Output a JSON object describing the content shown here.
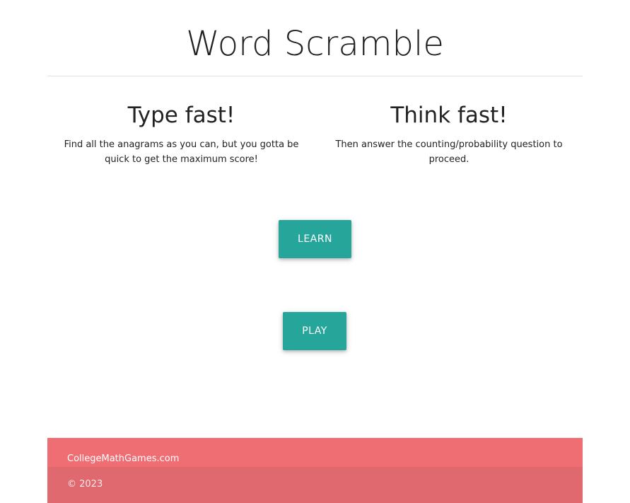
{
  "header": {
    "title": "Word Scramble"
  },
  "features": [
    {
      "heading": "Type fast!",
      "text": "Find all the anagrams as you can, but you gotta be quick to get the maximum score!"
    },
    {
      "heading": "Think fast!",
      "text": "Then answer the counting/probability question to proceed."
    }
  ],
  "buttons": {
    "learn_label": "LEARN",
    "play_label": "PLAY",
    "color": "#26a69a"
  },
  "footer": {
    "link_text": "CollegeMathGames.com",
    "copyright": "© 2023",
    "color": "#ee6e73"
  }
}
